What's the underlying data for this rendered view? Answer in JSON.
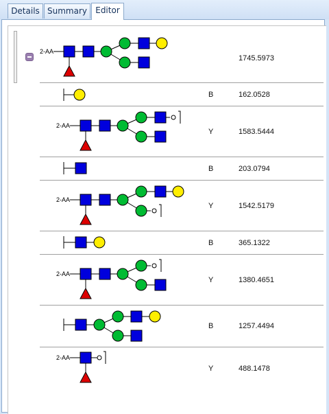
{
  "tabs": [
    {
      "label": "Details"
    },
    {
      "label": "Summary"
    },
    {
      "label": "Editor"
    }
  ],
  "active_tab": "Editor",
  "colors": {
    "fucose": "#dd0000",
    "glcnac": "#0000dd",
    "mannose": "#00bb33",
    "galactose": "#ffee00"
  },
  "reducing_end_label": "2-AA",
  "parent": {
    "mass": "1745.5973"
  },
  "fragments": [
    {
      "type": "B",
      "mass": "162.0528"
    },
    {
      "type": "Y",
      "mass": "1583.5444"
    },
    {
      "type": "B",
      "mass": "203.0794"
    },
    {
      "type": "Y",
      "mass": "1542.5179"
    },
    {
      "type": "B",
      "mass": "365.1322"
    },
    {
      "type": "Y",
      "mass": "1380.4651"
    },
    {
      "type": "B",
      "mass": "1257.4494"
    },
    {
      "type": "Y",
      "mass": "488.1478"
    }
  ]
}
